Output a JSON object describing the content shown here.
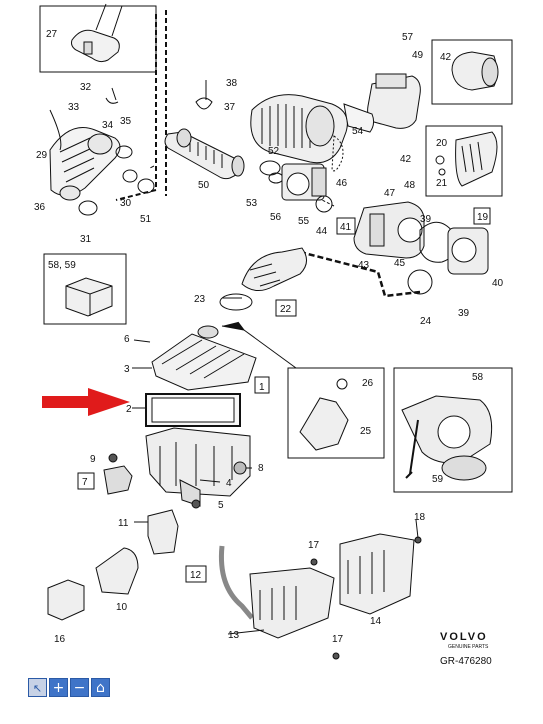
{
  "diagram": {
    "callouts": {
      "c1": "1",
      "c2": "2",
      "c3": "3",
      "c4": "4",
      "c5": "5",
      "c6": "6",
      "c7": "7",
      "c8": "8",
      "c9": "9",
      "c10": "10",
      "c11": "11",
      "c12": "12",
      "c13": "13",
      "c14": "14",
      "c16": "16",
      "c17a": "17",
      "c17b": "17",
      "c18": "18",
      "c19": "19",
      "c20": "20",
      "c21": "21",
      "c22": "22",
      "c23": "23",
      "c24": "24",
      "c25": "25",
      "c26": "26",
      "c27": "27",
      "c29": "29",
      "c30": "30",
      "c31": "31",
      "c32": "32",
      "c33": "33",
      "c34": "34",
      "c35": "35",
      "c36": "36",
      "c37": "37",
      "c38": "38",
      "c39a": "39",
      "c39b": "39",
      "c40": "40",
      "c41": "41",
      "c42a": "42",
      "c42b": "42",
      "c43": "43",
      "c44": "44",
      "c45": "45",
      "c46": "46",
      "c47": "47",
      "c48": "48",
      "c49": "49",
      "c50": "50",
      "c51": "51",
      "c52": "52",
      "c53": "53",
      "c54": "54",
      "c55": "55",
      "c56": "56",
      "c57": "57",
      "c58": "58",
      "c58_59": "58, 59",
      "c59": "59"
    },
    "brand": {
      "name": "VOLVO",
      "sub": "GENUINE PARTS",
      "reference": "GR-476280"
    },
    "arrow_color": "#e01b1b"
  },
  "toolbar": {
    "buttons": [
      {
        "icon": "pointer-icon",
        "glyph": "↖"
      },
      {
        "icon": "zoom-in-icon",
        "glyph": "+"
      },
      {
        "icon": "zoom-out-icon",
        "glyph": "−"
      },
      {
        "icon": "home-icon",
        "glyph": "⌂"
      }
    ]
  }
}
